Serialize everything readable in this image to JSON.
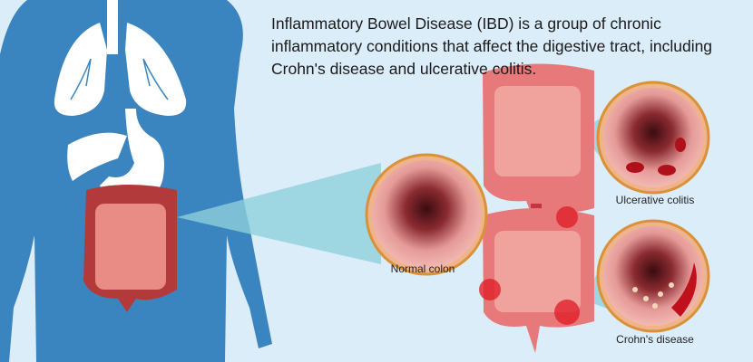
{
  "intro_text": "Inflammatory Bowel Disease (IBD) is a group of chronic inflammatory conditions that affect the digestive tract, including Crohn's disease and ulcerative colitis.",
  "labels": {
    "normal": "Normal colon",
    "ulcerative": "Ulcerative colitis",
    "crohns": "Crohn's disease"
  },
  "colors": {
    "background": "#dcedfa",
    "body": "#3a84bf",
    "tissue": "#e88a8a",
    "inflamed": "#e0202a",
    "rim": "#d9913a"
  }
}
